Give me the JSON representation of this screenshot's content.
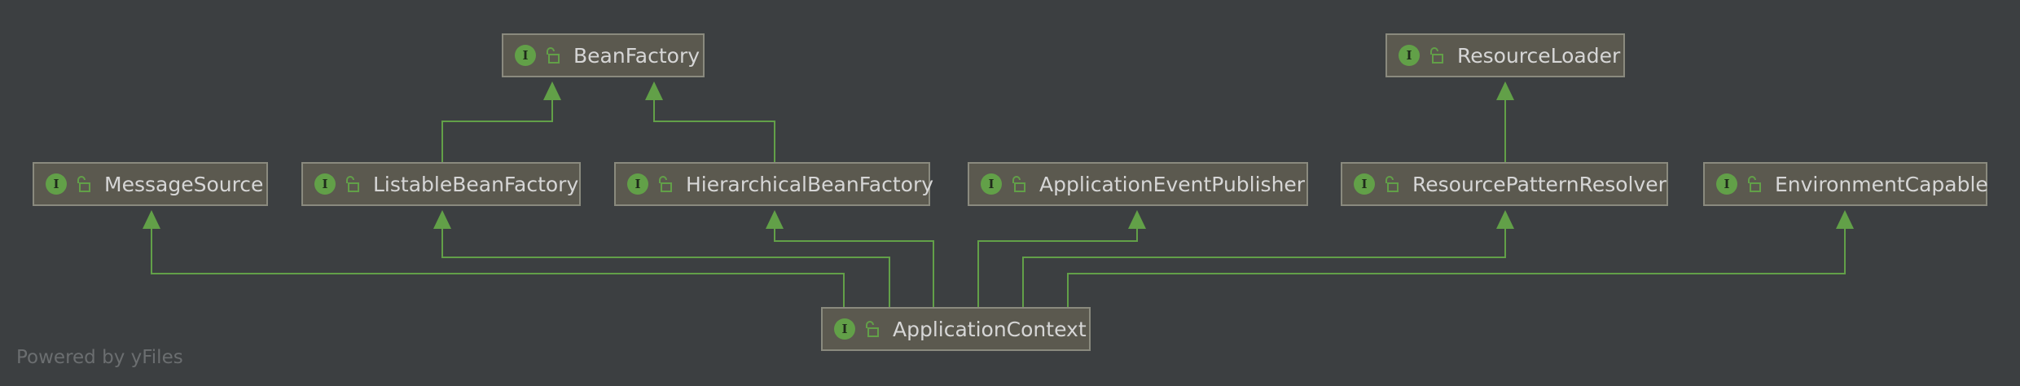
{
  "diagram": {
    "nodes": [
      {
        "id": "bean-factory",
        "label": "BeanFactory",
        "badge": "I"
      },
      {
        "id": "resource-loader",
        "label": "ResourceLoader",
        "badge": "I"
      },
      {
        "id": "message-source",
        "label": "MessageSource",
        "badge": "I"
      },
      {
        "id": "listable-bean-factory",
        "label": "ListableBeanFactory",
        "badge": "I"
      },
      {
        "id": "hierarchical-bean-factory",
        "label": "HierarchicalBeanFactory",
        "badge": "I"
      },
      {
        "id": "application-event-publisher",
        "label": "ApplicationEventPublisher",
        "badge": "I"
      },
      {
        "id": "resource-pattern-resolver",
        "label": "ResourcePatternResolver",
        "badge": "I"
      },
      {
        "id": "environment-capable",
        "label": "EnvironmentCapable",
        "badge": "I"
      },
      {
        "id": "application-context",
        "label": "ApplicationContext",
        "badge": "I"
      }
    ],
    "edges": [
      {
        "from": "listable-bean-factory",
        "to": "bean-factory",
        "type": "extends"
      },
      {
        "from": "hierarchical-bean-factory",
        "to": "bean-factory",
        "type": "extends"
      },
      {
        "from": "resource-pattern-resolver",
        "to": "resource-loader",
        "type": "extends"
      },
      {
        "from": "application-context",
        "to": "message-source",
        "type": "extends"
      },
      {
        "from": "application-context",
        "to": "listable-bean-factory",
        "type": "extends"
      },
      {
        "from": "application-context",
        "to": "hierarchical-bean-factory",
        "type": "extends"
      },
      {
        "from": "application-context",
        "to": "application-event-publisher",
        "type": "extends"
      },
      {
        "from": "application-context",
        "to": "resource-pattern-resolver",
        "type": "extends"
      },
      {
        "from": "application-context",
        "to": "environment-capable",
        "type": "extends"
      }
    ],
    "colors": {
      "background": "#3c3f41",
      "node_fill": "#5b594f",
      "node_border": "#8a8a7e",
      "edge": "#62a048",
      "badge": "#62a048",
      "text": "#d6d6d6"
    },
    "badge_icon": "interface-icon",
    "visibility_icon": "open-lock-icon"
  },
  "footer": {
    "credit": "Powered by yFiles"
  }
}
